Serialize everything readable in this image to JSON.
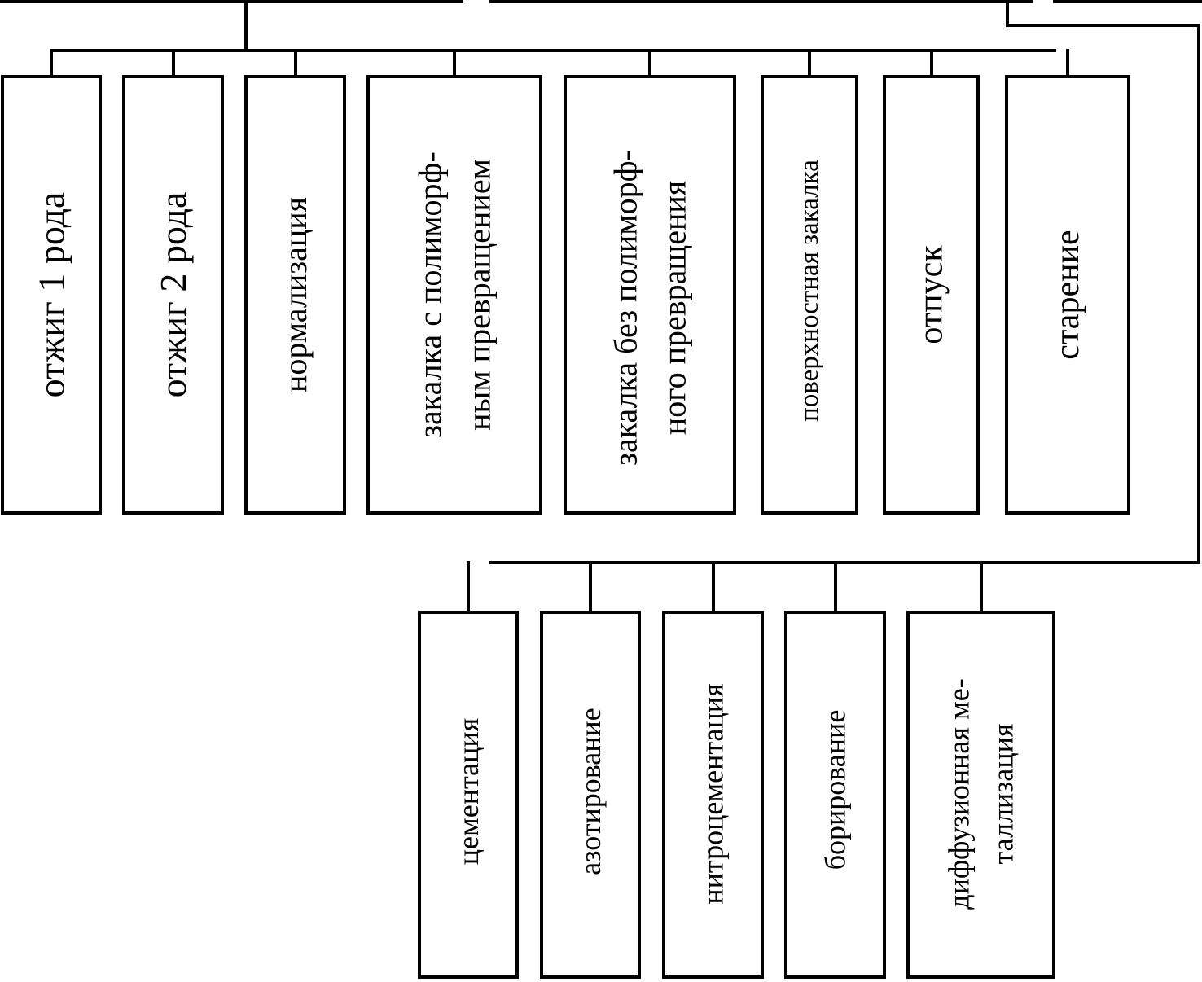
{
  "diagram": {
    "top_row": [
      {
        "id": "annealing-1",
        "lines": [
          "отжиг 1 рода"
        ]
      },
      {
        "id": "annealing-2",
        "lines": [
          "отжиг 2 рода"
        ]
      },
      {
        "id": "normalization",
        "lines": [
          "нормализация"
        ]
      },
      {
        "id": "quench-poly",
        "lines": [
          "закалка с полиморф-",
          "ным  превращением"
        ]
      },
      {
        "id": "quench-nonpoly",
        "lines": [
          "закалка без полиморф-",
          "ного превращения"
        ]
      },
      {
        "id": "surface-quench",
        "lines": [
          "поверхностная  закалка"
        ]
      },
      {
        "id": "tempering",
        "lines": [
          "отпуск"
        ]
      },
      {
        "id": "aging",
        "lines": [
          "старение"
        ]
      }
    ],
    "bottom_row": [
      {
        "id": "carburizing",
        "lines": [
          "цементация"
        ]
      },
      {
        "id": "nitriding",
        "lines": [
          "азотирование"
        ]
      },
      {
        "id": "carbonitriding",
        "lines": [
          "нитроцементация"
        ]
      },
      {
        "id": "boriding",
        "lines": [
          "борирование"
        ]
      },
      {
        "id": "diffusion-metallization",
        "lines": [
          "диффузионная  ме-",
          "таллизация"
        ]
      }
    ],
    "colors": {
      "line": "#000000",
      "background": "#ffffff"
    }
  }
}
